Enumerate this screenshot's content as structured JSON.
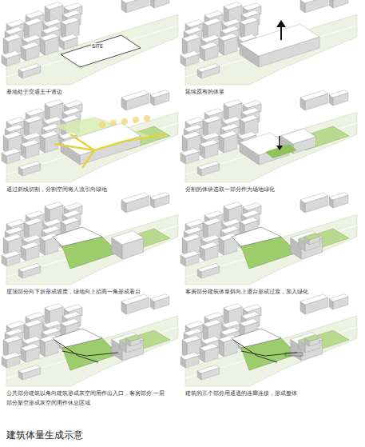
{
  "diagram": {
    "title": "建筑体量生成示意",
    "labels": [
      "SITE",
      "基地处于交通主干道边",
      "延续原有的体量",
      "通过斜线切割，分割空间将人流引向绿地",
      "分割的体块选取一部分作为场地绿化",
      "屋顶部分向下折形成坡度，绿地向上抬高一角形成看台",
      "客房部分建筑体量斜向上退台形成过渡，加入绿化",
      "公共部分建筑以角向建筑形成灰空间用作出入口，客房部分 一层部分架空形成灰空间用作休息区域",
      "建筑的三个部分用通透的连廊连接，形成整体"
    ]
  }
}
